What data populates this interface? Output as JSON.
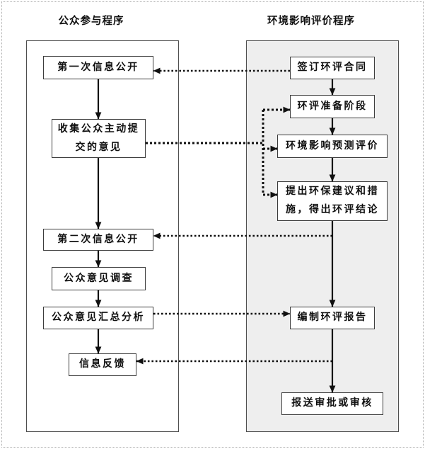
{
  "page": {
    "background": "#ffffff",
    "border_color": "#ababab",
    "text_color": "#101010",
    "panel_border_color": "#4e4e4e",
    "box_border_color": "#3c3c3c",
    "arrow_color": "#101010"
  },
  "columns": {
    "left": {
      "title": "公众参与程序",
      "panel_fill": "#ffffff",
      "boxes": [
        {
          "id": "first-disclosure",
          "label": "第一次信息公开"
        },
        {
          "id": "collect-opinions",
          "label": "收集公众主动提\n交的意见"
        },
        {
          "id": "second-disclosure",
          "label": "第二次信息公开"
        },
        {
          "id": "opinion-survey",
          "label": "公众意见调查"
        },
        {
          "id": "opinion-analysis",
          "label": "公众意见汇总分析"
        },
        {
          "id": "feedback",
          "label": "信息反馈"
        }
      ]
    },
    "right": {
      "title": "环境影响评价程序",
      "panel_fill": "#eeeeee",
      "boxes": [
        {
          "id": "sign-contract",
          "label": "签订环评合同"
        },
        {
          "id": "eia-preparation",
          "label": "环评准备阶段"
        },
        {
          "id": "impact-prediction",
          "label": "环境影响预测评价"
        },
        {
          "id": "proposals-conclusion",
          "label": "提出环保建议和措\n施，得出环评结论"
        },
        {
          "id": "compile-report",
          "label": "编制环评报告"
        },
        {
          "id": "submit-approval",
          "label": "报送审批或审核"
        }
      ]
    }
  },
  "connections": [
    {
      "from": "sign-contract",
      "to": "first-disclosure",
      "style": "dashed"
    },
    {
      "from": "sign-contract",
      "to": "eia-preparation",
      "style": "solid"
    },
    {
      "from": "first-disclosure",
      "to": "collect-opinions",
      "style": "solid"
    },
    {
      "from": "collect-opinions",
      "to": "eia-preparation",
      "style": "dashed"
    },
    {
      "from": "collect-opinions",
      "to": "impact-prediction",
      "style": "dashed"
    },
    {
      "from": "collect-opinions",
      "to": "proposals-conclusion",
      "style": "dashed"
    },
    {
      "from": "eia-preparation",
      "to": "impact-prediction",
      "style": "solid"
    },
    {
      "from": "impact-prediction",
      "to": "proposals-conclusion",
      "style": "solid"
    },
    {
      "from": "proposals-conclusion",
      "to": "second-disclosure",
      "style": "dashed"
    },
    {
      "from": "proposals-conclusion",
      "to": "compile-report",
      "style": "solid"
    },
    {
      "from": "second-disclosure",
      "to": "opinion-survey",
      "style": "solid"
    },
    {
      "from": "opinion-survey",
      "to": "opinion-analysis",
      "style": "solid"
    },
    {
      "from": "opinion-analysis",
      "to": "compile-report",
      "style": "dashed"
    },
    {
      "from": "opinion-analysis",
      "to": "feedback",
      "style": "solid"
    },
    {
      "from": "compile-report",
      "to": "feedback",
      "style": "dashed"
    },
    {
      "from": "compile-report",
      "to": "submit-approval",
      "style": "solid"
    }
  ]
}
